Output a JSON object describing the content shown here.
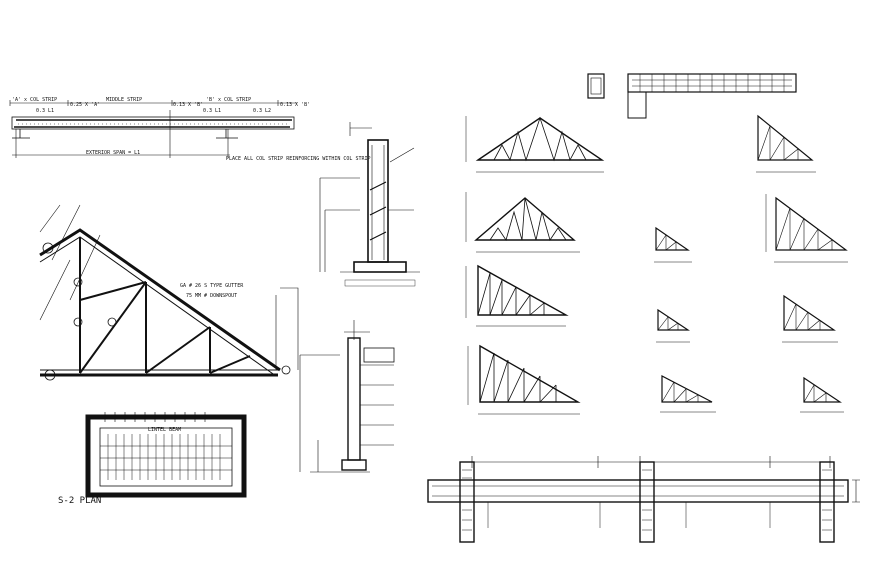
{
  "strip_detail": {
    "col_strip_left": "'A' x COL STRIP",
    "middle_strip": "MIDDLE STRIP",
    "col_strip_right": "'B' x COL STRIP",
    "dim_a": "0.25 X 'A'",
    "dim_b1": "0.13 X 'B'",
    "dim_b2": "0.13 X 'B'",
    "l1_a": "0.3 L1",
    "l1_b": "0.3 L1",
    "l2": "0.3 L2",
    "span": "EXTERIOR SPAN = L1",
    "note": "PLACE ALL COL STRIP REINFORCING WITHIN COL STRIP"
  },
  "truss_callout": {
    "gutter": "GA # 26 S TYPE GUTTER",
    "downspout": "75 MM # DOWNSPOUT"
  },
  "plan": {
    "header": "LINTEL BEAM",
    "caption": "S-2 PLAN"
  }
}
